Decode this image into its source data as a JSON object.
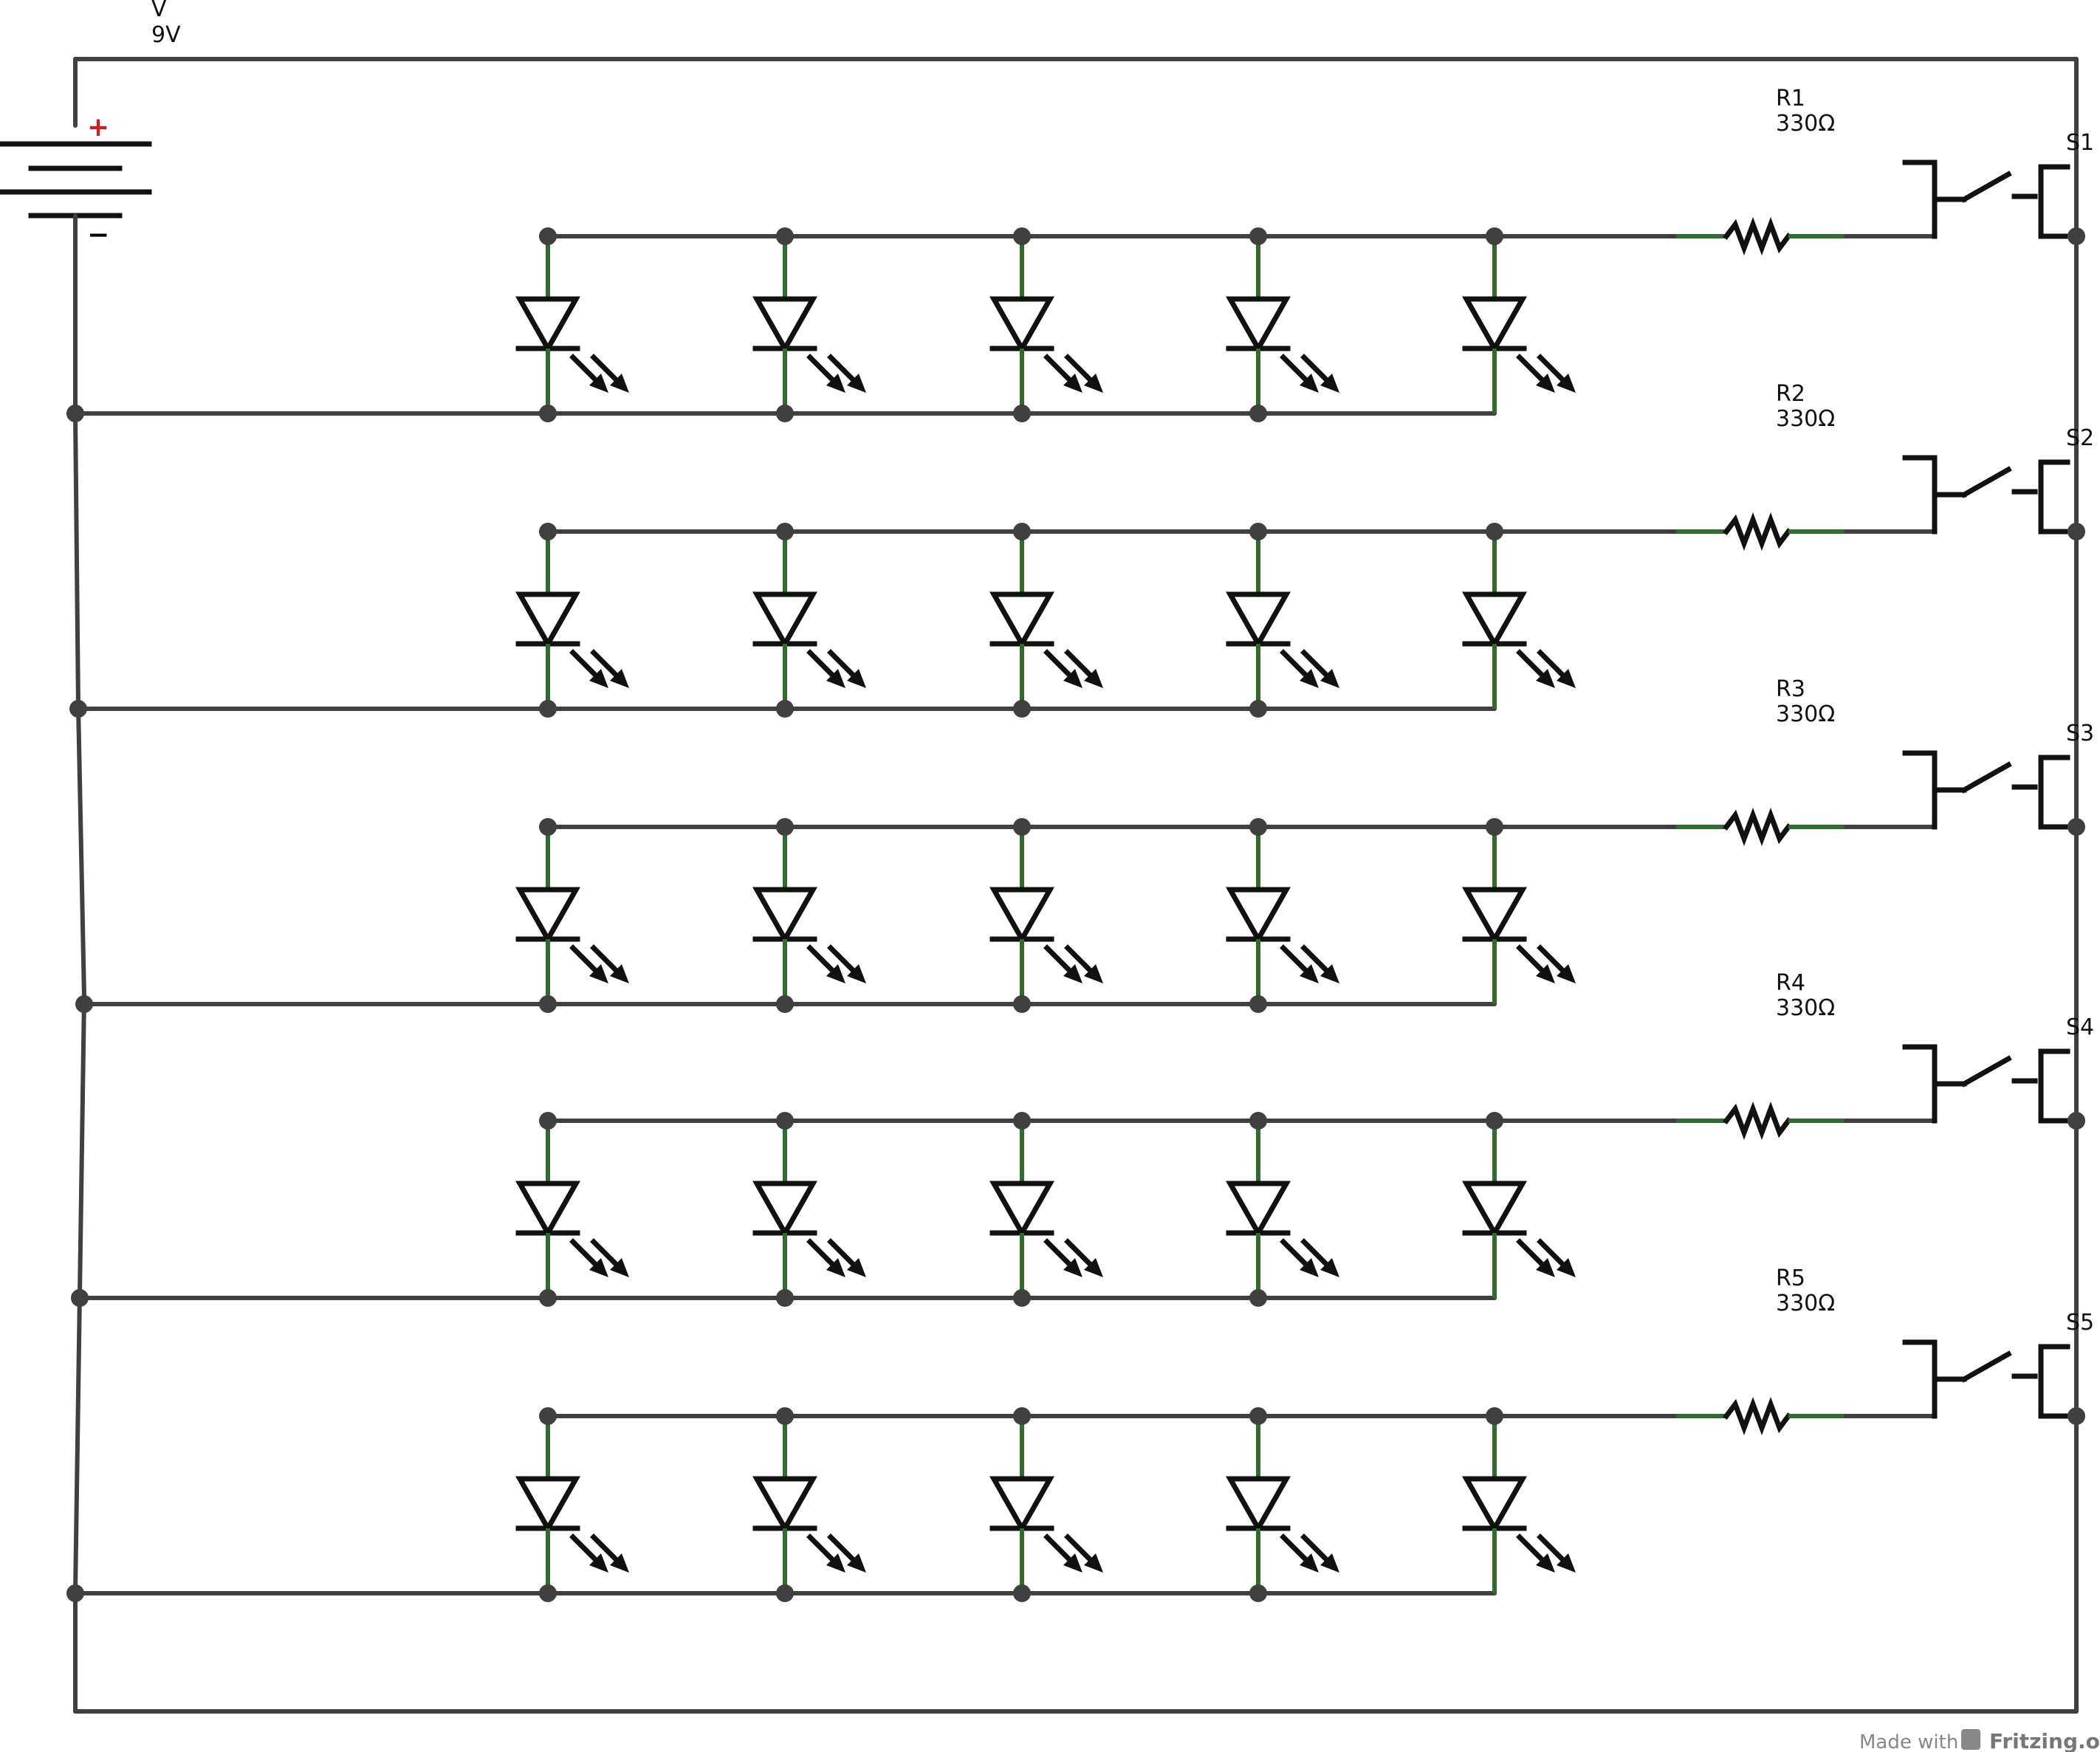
{
  "battery": {
    "ref": "V",
    "value": "9V",
    "plus": "+",
    "minus": "−",
    "plus_color": "#e0161b"
  },
  "rows": [
    {
      "resistor": {
        "ref": "R1",
        "value": "330Ω"
      },
      "switch": "S1"
    },
    {
      "resistor": {
        "ref": "R2",
        "value": "330Ω"
      },
      "switch": "S2"
    },
    {
      "resistor": {
        "ref": "R3",
        "value": "330Ω"
      },
      "switch": "S3"
    },
    {
      "resistor": {
        "ref": "R4",
        "value": "330Ω"
      },
      "switch": "S4"
    },
    {
      "resistor": {
        "ref": "R5",
        "value": "330Ω"
      },
      "switch": "S5"
    }
  ],
  "leds_per_row": 5,
  "colors": {
    "wire": "#404040",
    "pin": "#2f6d2f",
    "symbol": "#111111"
  },
  "footer": {
    "made_with": "Made with",
    "brand": "Fritzing.org"
  }
}
